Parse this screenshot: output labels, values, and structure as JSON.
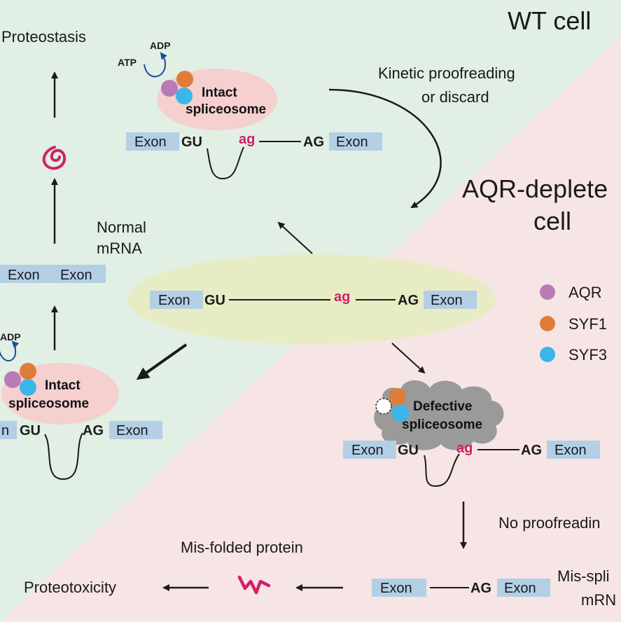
{
  "titles": {
    "wt_cell": "WT cell",
    "aqr_depleted_line1": "AQR-deplete",
    "aqr_depleted_line2": "cell"
  },
  "labels": {
    "proteostasis": "Proteostasis",
    "kinetic_line1": "Kinetic proofreading",
    "kinetic_line2": "or discard",
    "normal_line1": "Normal",
    "normal_line2": "mRNA",
    "no_proofreading": "No proofreadin",
    "misfolded": "Mis-folded protein",
    "proteotoxicity": "Proteotoxicity",
    "missp_line1": "Mis-spli",
    "missp_line2": "mRN",
    "atp": "ATP",
    "adp": "ADP",
    "adp_partial": "ADP"
  },
  "exon": "Exon",
  "exon_partial": "n",
  "splice_sites": {
    "gu": "GU",
    "ag_upper": "AG",
    "ag_lower": "ag"
  },
  "spliceosome": {
    "intact_line1": "Intact",
    "intact_line2": "spliceosome",
    "defective_line1": "Defective",
    "defective_line2": "spliceosome"
  },
  "legend": [
    {
      "label": "AQR",
      "color": "#b77bb5"
    },
    {
      "label": "SYF1",
      "color": "#e07c3a"
    },
    {
      "label": "SYF3",
      "color": "#3ab6e8"
    }
  ],
  "colors": {
    "wt_bg": "#e1efe4",
    "aqr_bg": "#f7e4e4",
    "spliceosome_fill": "#f6cfcf",
    "defective_fill": "#9a9a9a",
    "pre_mrna_ellipse": "#e8ecc4",
    "exon_box": "#b3cfe6",
    "pink_accent": "#d0206a",
    "atp_arrow": "#1c4a9a"
  }
}
